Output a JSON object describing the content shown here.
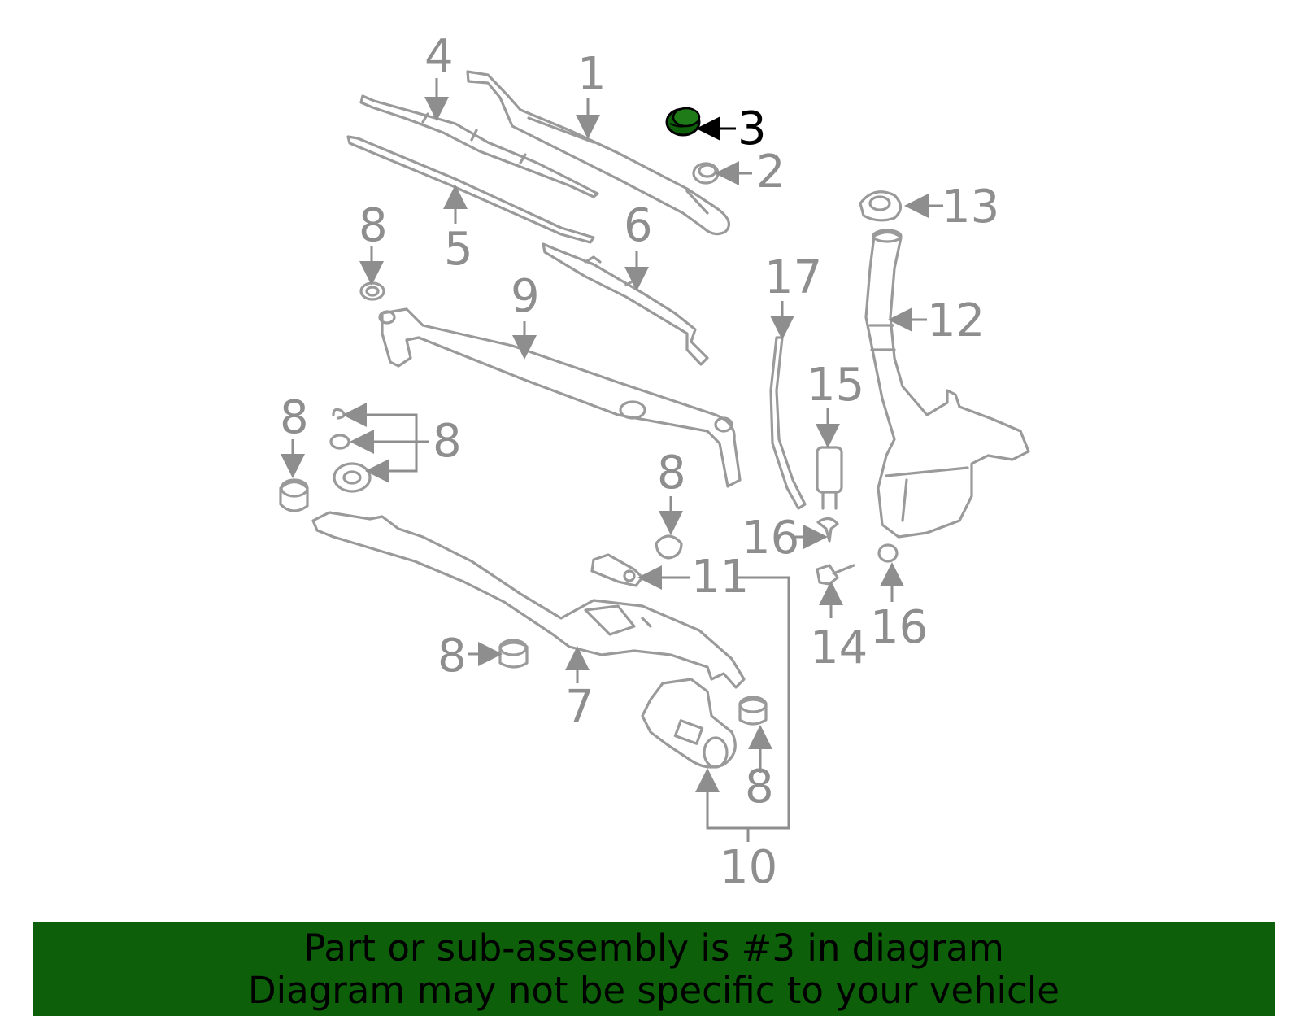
{
  "diagram": {
    "highlight_color": "#0d5f0a",
    "highlighted_part": "3",
    "callouts": {
      "c1": "1",
      "c2": "2",
      "c3": "3",
      "c4": "4",
      "c5": "5",
      "c6": "6",
      "c7": "7",
      "c8a": "8",
      "c8b": "8",
      "c8c": "8",
      "c8d": "8",
      "c8e": "8",
      "c8f": "8",
      "c9": "9",
      "c10": "10",
      "c11": "11",
      "c12": "12",
      "c13": "13",
      "c14": "14",
      "c15": "15",
      "c16a": "16",
      "c16b": "16",
      "c17": "17"
    }
  },
  "banner": {
    "line1": "Part or sub-assembly is #3 in diagram",
    "line2": "Diagram may not be specific to your vehicle"
  }
}
